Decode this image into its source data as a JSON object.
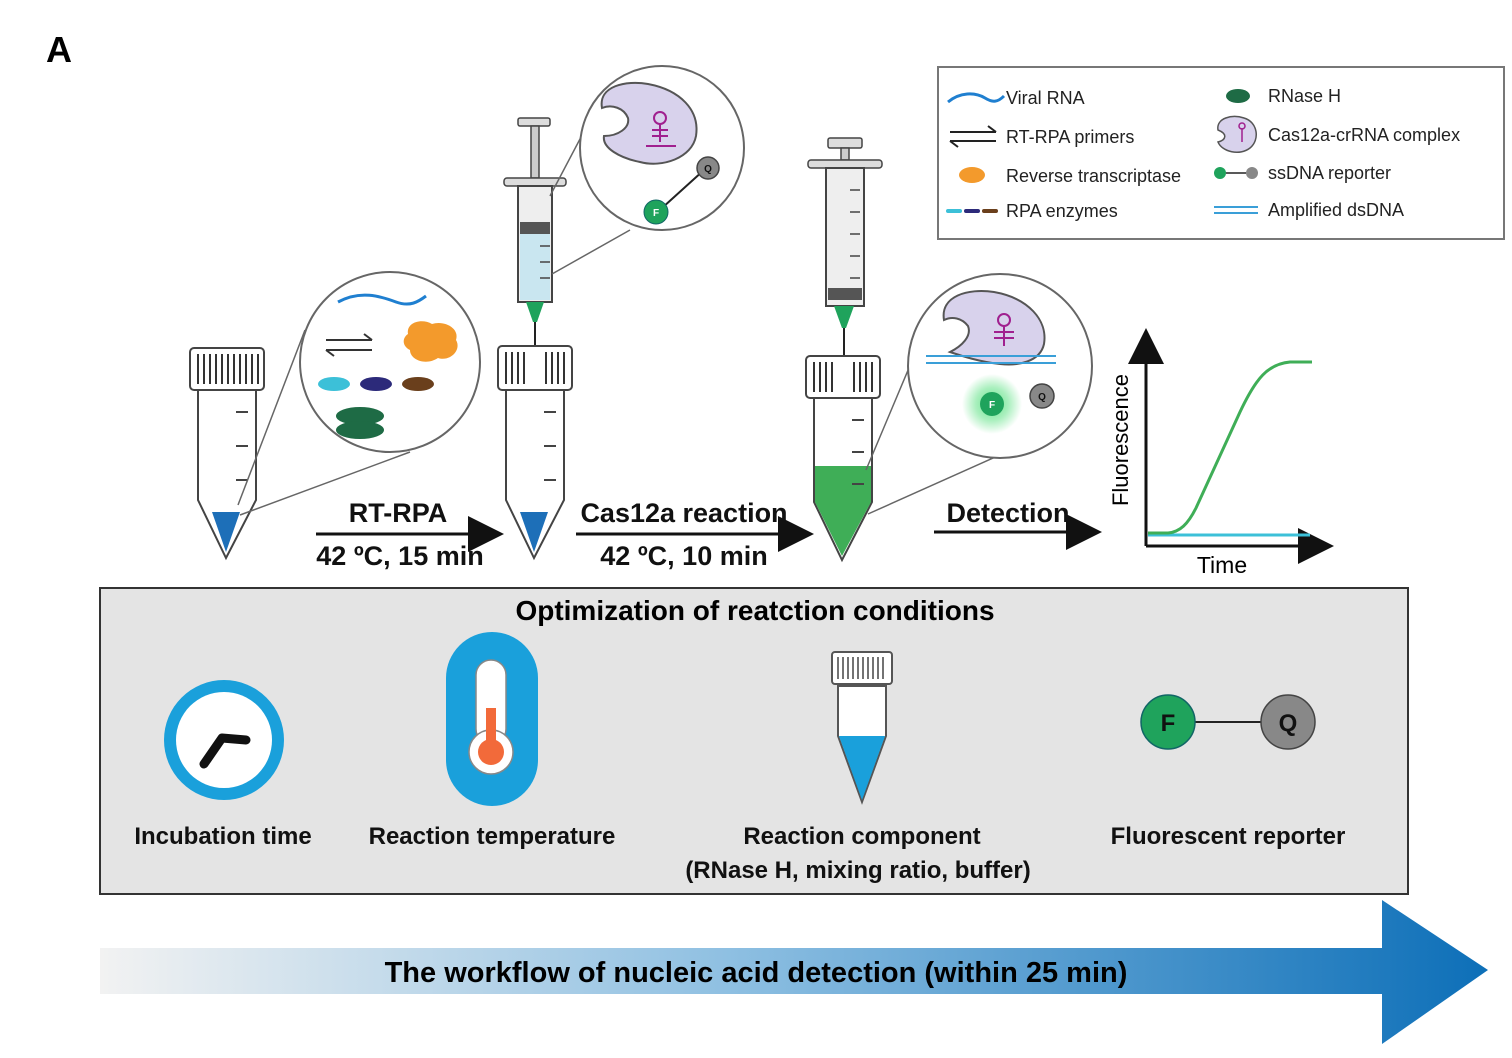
{
  "panel_label": "A",
  "legend": {
    "viral_rna": "Viral RNA",
    "rt_rpa_primers": "RT-RPA primers",
    "reverse_transcriptase": "Reverse transcriptase",
    "rpa_enzymes": "RPA enzymes",
    "rnase_h": "RNase H",
    "cas12a_complex": "Cas12a-crRNA complex",
    "ssdna_reporter": "ssDNA reporter",
    "amplified_dsdna": "Amplified dsDNA"
  },
  "steps": {
    "rt_rpa_label": "RT-RPA",
    "rt_rpa_condition": "42 ºC, 15 min",
    "cas12a_label": "Cas12a reaction",
    "cas12a_condition": "42 ºC, 10 min",
    "detection_label": "Detection"
  },
  "plot": {
    "ylabel": "Fluorescence",
    "xlabel": "Time"
  },
  "reporter_letters": {
    "fluorophore": "F",
    "quencher": "Q"
  },
  "optimization": {
    "title": "Optimization of reatction conditions",
    "incubation_time": "Incubation time",
    "reaction_temperature": "Reaction temperature",
    "reaction_component": "Reaction component",
    "reaction_component_detail": "(RNase H, mixing ratio, buffer)",
    "fluorescent_reporter": "Fluorescent reporter"
  },
  "workflow_arrow": "The workflow of nucleic acid detection (within 25 min)",
  "colors": {
    "rna_blue": "#1f7fd0",
    "rt_orange": "#f39a2c",
    "rnase_green": "#1e6b45",
    "reporter_green": "#1fa35c",
    "liquid_blue": "#1d6fb8",
    "light_liquid": "#c9e6f0",
    "cas_purple": "#d8d2ec",
    "crRNA_magenta": "#a0208f",
    "detect_green": "#3fae57",
    "arrow_blue": "#0d6fb8",
    "panel_gray": "#e4e4e4"
  }
}
